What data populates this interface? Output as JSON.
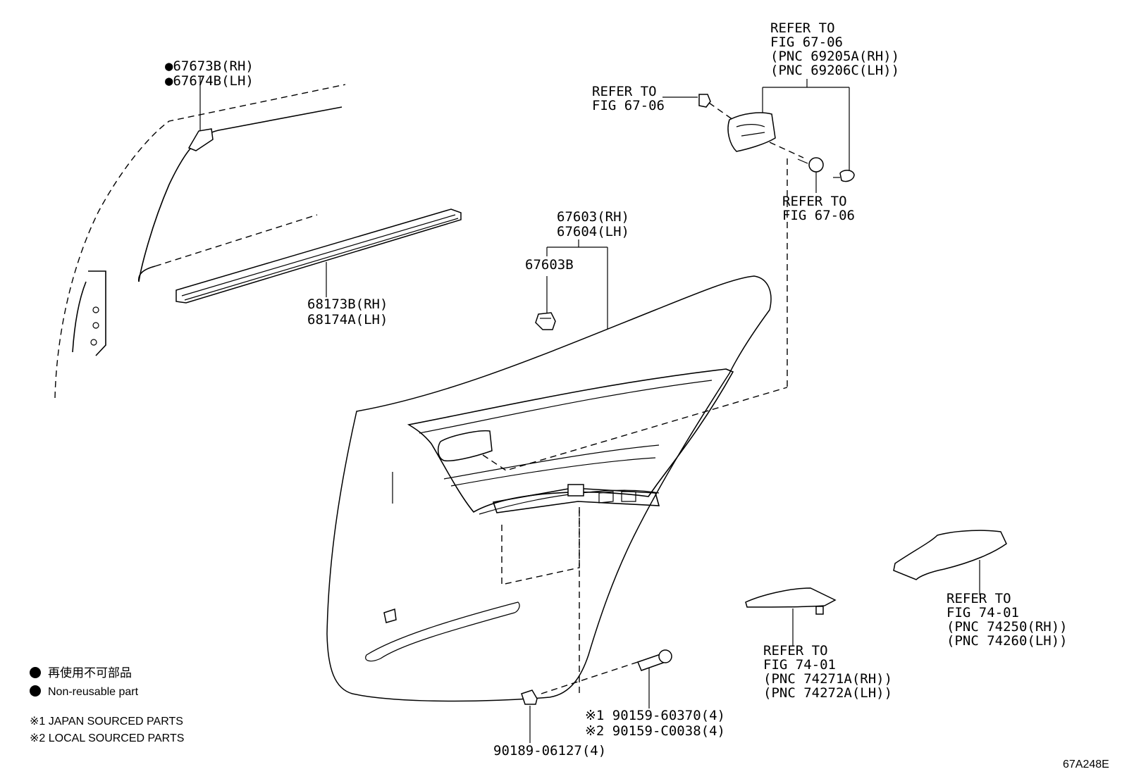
{
  "labels": {
    "clip_top_rh": "●67673B(RH)",
    "clip_top_lh": "●67674B(LH)",
    "weatherstrip_rh": "68173B(RH)",
    "weatherstrip_lh": "68174A(LH)",
    "panel_rh": "67603(RH)",
    "panel_lh": "67604(LH)",
    "clip_panel": "67603B",
    "handle_ref_1": "REFER TO",
    "handle_ref_2": "FIG 67-06",
    "handle_ref_3": "(PNC 69205A(RH))",
    "handle_ref_4": "(PNC 69206C(LH))",
    "screw_ref_1": "REFER TO",
    "screw_ref_2": "FIG 67-06",
    "cap_ref_1": "REFER TO",
    "cap_ref_2": "FIG 67-06",
    "armrest_ref_1": "REFER TO",
    "armrest_ref_2": "FIG 74-01",
    "armrest_ref_3": "(PNC 74250(RH))",
    "armrest_ref_4": "(PNC 74260(LH))",
    "switch_ref_1": "REFER TO",
    "switch_ref_2": "FIG 74-01",
    "switch_ref_3": "(PNC 74271A(RH))",
    "switch_ref_4": "(PNC 74272A(LH))",
    "bolt_1": "※1 90159-60370(4)",
    "bolt_2": "※2 90159-C0038(4)",
    "nut": "90189-06127(4)",
    "figure_code": "67A248E"
  },
  "legend": {
    "nonreusable_jp": "再使用不可部品",
    "nonreusable_en": "Non-reusable part",
    "note_1": "※1 JAPAN SOURCED PARTS",
    "note_2": "※2 LOCAL SOURCED PARTS"
  }
}
